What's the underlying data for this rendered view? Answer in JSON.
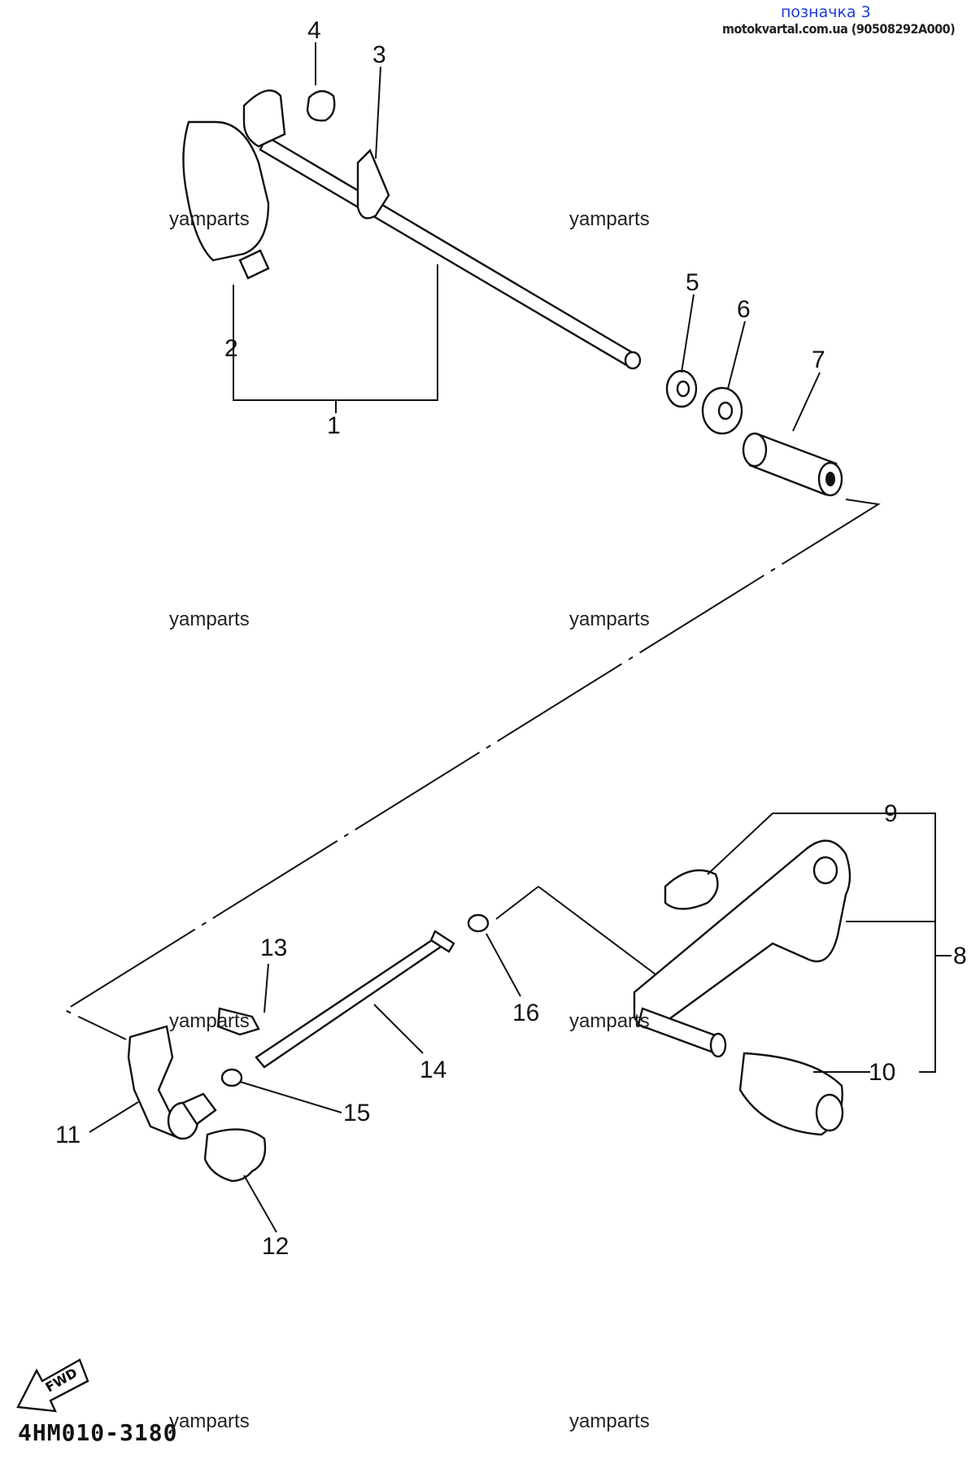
{
  "header": {
    "label": "позначка 3",
    "source": "motokvartal.com.ua (90508292A000)"
  },
  "watermarks": [
    "yamparts",
    "yamparts",
    "yamparts",
    "yamparts",
    "yamparts",
    "yamparts",
    "yamparts",
    "yamparts"
  ],
  "diagram_code": "4HM010-3180",
  "fwd_label": "FWD",
  "callouts": [
    "1",
    "2",
    "3",
    "4",
    "5",
    "6",
    "7",
    "8",
    "9",
    "10",
    "11",
    "12",
    "13",
    "14",
    "15",
    "16"
  ]
}
